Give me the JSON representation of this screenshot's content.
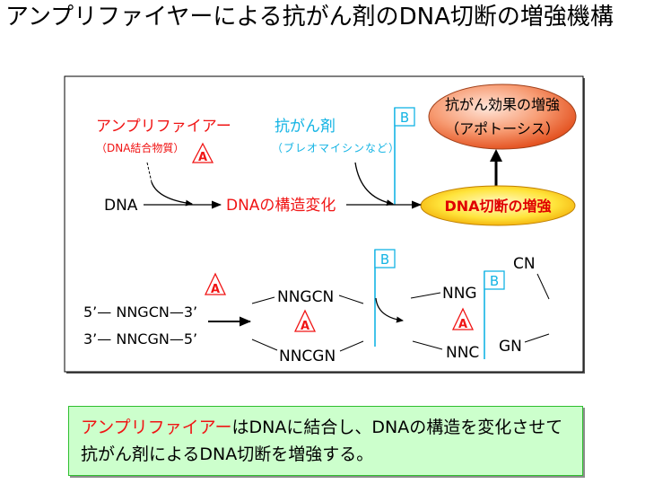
{
  "title": "アンプリファイヤーによる抗がん剤のDNA切断の増強機構",
  "colors": {
    "amplifier_red": "#f01414",
    "drug_cyan": "#14b4e4",
    "summary_bg": "#ccffcc",
    "summary_border": "#2fbf2f"
  },
  "icons": {
    "amplifier": "triangle-a-icon",
    "drug": "flag-b-icon"
  },
  "symbols": {
    "amplifier": "A",
    "drug": "B"
  },
  "mechanism": {
    "amplifier_label": "アンプリファイアー",
    "amplifier_note": "（DNA結合物質）",
    "drug_label": "抗がん剤",
    "drug_note": "（ブレオマイシンなど）",
    "dna": "DNA",
    "structure_change": "DNAの構造変化",
    "cleavage_enhanced": "DNA切断の増強",
    "effect_line1": "抗がん効果の増強",
    "effect_line2": "（アポトーシス）"
  },
  "strands": {
    "original_top": "5’— NNGCN—3’",
    "original_bottom": "3’— NNCGN—5’",
    "bent_top": "NNGCN",
    "bent_bottom": "NNCGN",
    "cut_left_top": "NNG",
    "cut_left_bottom": "NNC",
    "cut_right_top": "CN",
    "cut_right_bottom": "GN"
  },
  "summary": {
    "highlight": "アンプリファイアー",
    "line1_rest": "はDNAに結合し、DNAの構造を変化させて",
    "line2": "抗がん剤によるDNA切断を増強する。"
  }
}
